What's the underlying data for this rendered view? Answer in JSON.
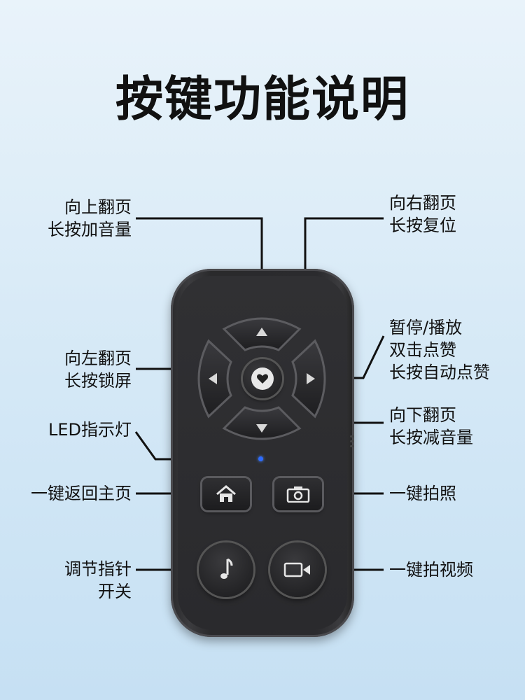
{
  "title": "按键功能说明",
  "labels": {
    "up": [
      "向上翻页",
      "长按加音量"
    ],
    "right": [
      "向右翻页",
      "长按复位"
    ],
    "play": [
      "暂停/播放",
      "双击点赞",
      "长按自动点赞"
    ],
    "left": [
      "向左翻页",
      "长按锁屏"
    ],
    "down": [
      "向下翻页",
      "长按减音量"
    ],
    "led": [
      "LED指示灯"
    ],
    "home": [
      "一键返回主页"
    ],
    "photo": [
      "一键拍照"
    ],
    "pointer": [
      "调节指针",
      "开关"
    ],
    "video": [
      "一键拍视频"
    ]
  },
  "icons": {
    "center": "heart-icon",
    "home": "home-icon",
    "photo": "camera-icon",
    "pointer": "music-note-icon",
    "video": "video-camera-icon",
    "up": "triangle-up-icon",
    "down": "triangle-down-icon",
    "left": "triangle-left-icon",
    "right": "triangle-right-icon"
  },
  "colors": {
    "led": "#2e6bff",
    "body": "#2a2a2c",
    "background": "#d4e8f6"
  }
}
